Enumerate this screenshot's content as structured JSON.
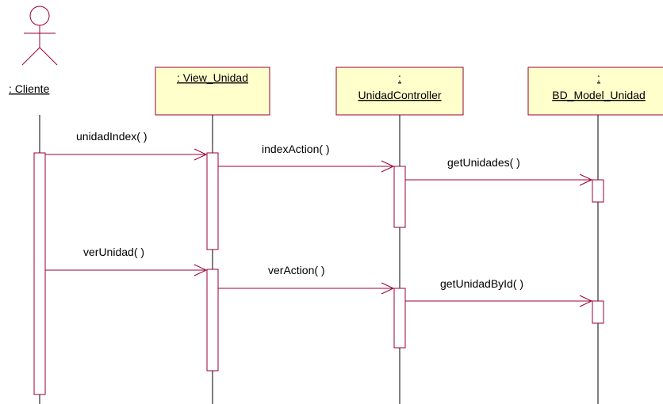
{
  "actor": {
    "label": ": Cliente"
  },
  "objects": [
    {
      "id": "view",
      "line1": "",
      "line2": ": View_Unidad"
    },
    {
      "id": "controller",
      "line1": ":",
      "line2": "UnidadController"
    },
    {
      "id": "model",
      "line1": ":",
      "line2": "BD_Model_Unidad"
    }
  ],
  "messages": [
    {
      "label": "unidadIndex( )"
    },
    {
      "label": "indexAction( )"
    },
    {
      "label": "getUnidades( )"
    },
    {
      "label": "verUnidad( )"
    },
    {
      "label": "verAction( )"
    },
    {
      "label": "getUnidadById( )"
    }
  ],
  "colors": {
    "object_fill": "#ffffcc",
    "object_border": "#990033",
    "line": "#990033",
    "lifeline": "#000000",
    "text": "#000000"
  }
}
